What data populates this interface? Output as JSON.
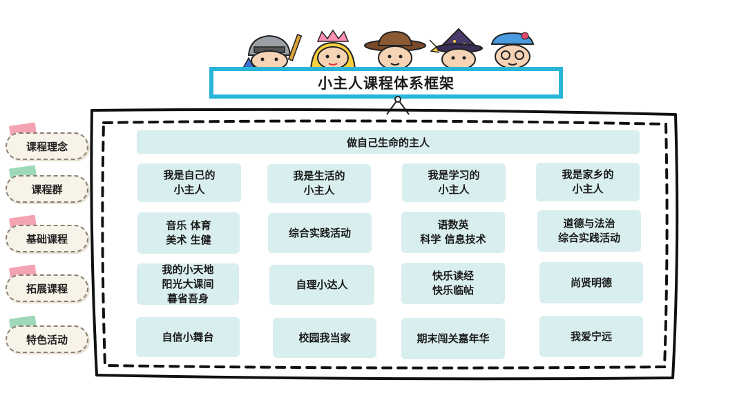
{
  "title": "小主人课程体系框架",
  "colors": {
    "title_border": "#29b5d8",
    "cell_bg": "#d9eeee",
    "tag_pink": "#f4a3b2",
    "tag_green": "#9ed8b8"
  },
  "side_labels": [
    {
      "text": "课程理念",
      "tag_color": "#f4a3b2"
    },
    {
      "text": "课程群",
      "tag_color": "#9ed8b8"
    },
    {
      "text": "基础课程",
      "tag_color": "#f4a3b2"
    },
    {
      "text": "拓展课程",
      "tag_color": "#f4a3b2"
    },
    {
      "text": "特色活动",
      "tag_color": "#9ed8b8"
    }
  ],
  "philosophy": "做自己生命的主人",
  "rows": [
    [
      "我是自己的\n小主人",
      "我是生活的\n小主人",
      "我是学习的\n小主人",
      "我是家乡的\n小主人"
    ],
    [
      "音乐  体育\n美术  生健",
      "综合实践活动",
      "语数英\n科学  信息技术",
      "道德与法治\n综合实践活动"
    ],
    [
      "我的小天地\n阳光大课间\n暮省吾身",
      "自理小达人",
      "快乐读经\n快乐临帖",
      "尚贤明德"
    ],
    [
      "自信小舞台",
      "校园我当家",
      "期末闯关嘉年华",
      "我爱宁远"
    ]
  ]
}
